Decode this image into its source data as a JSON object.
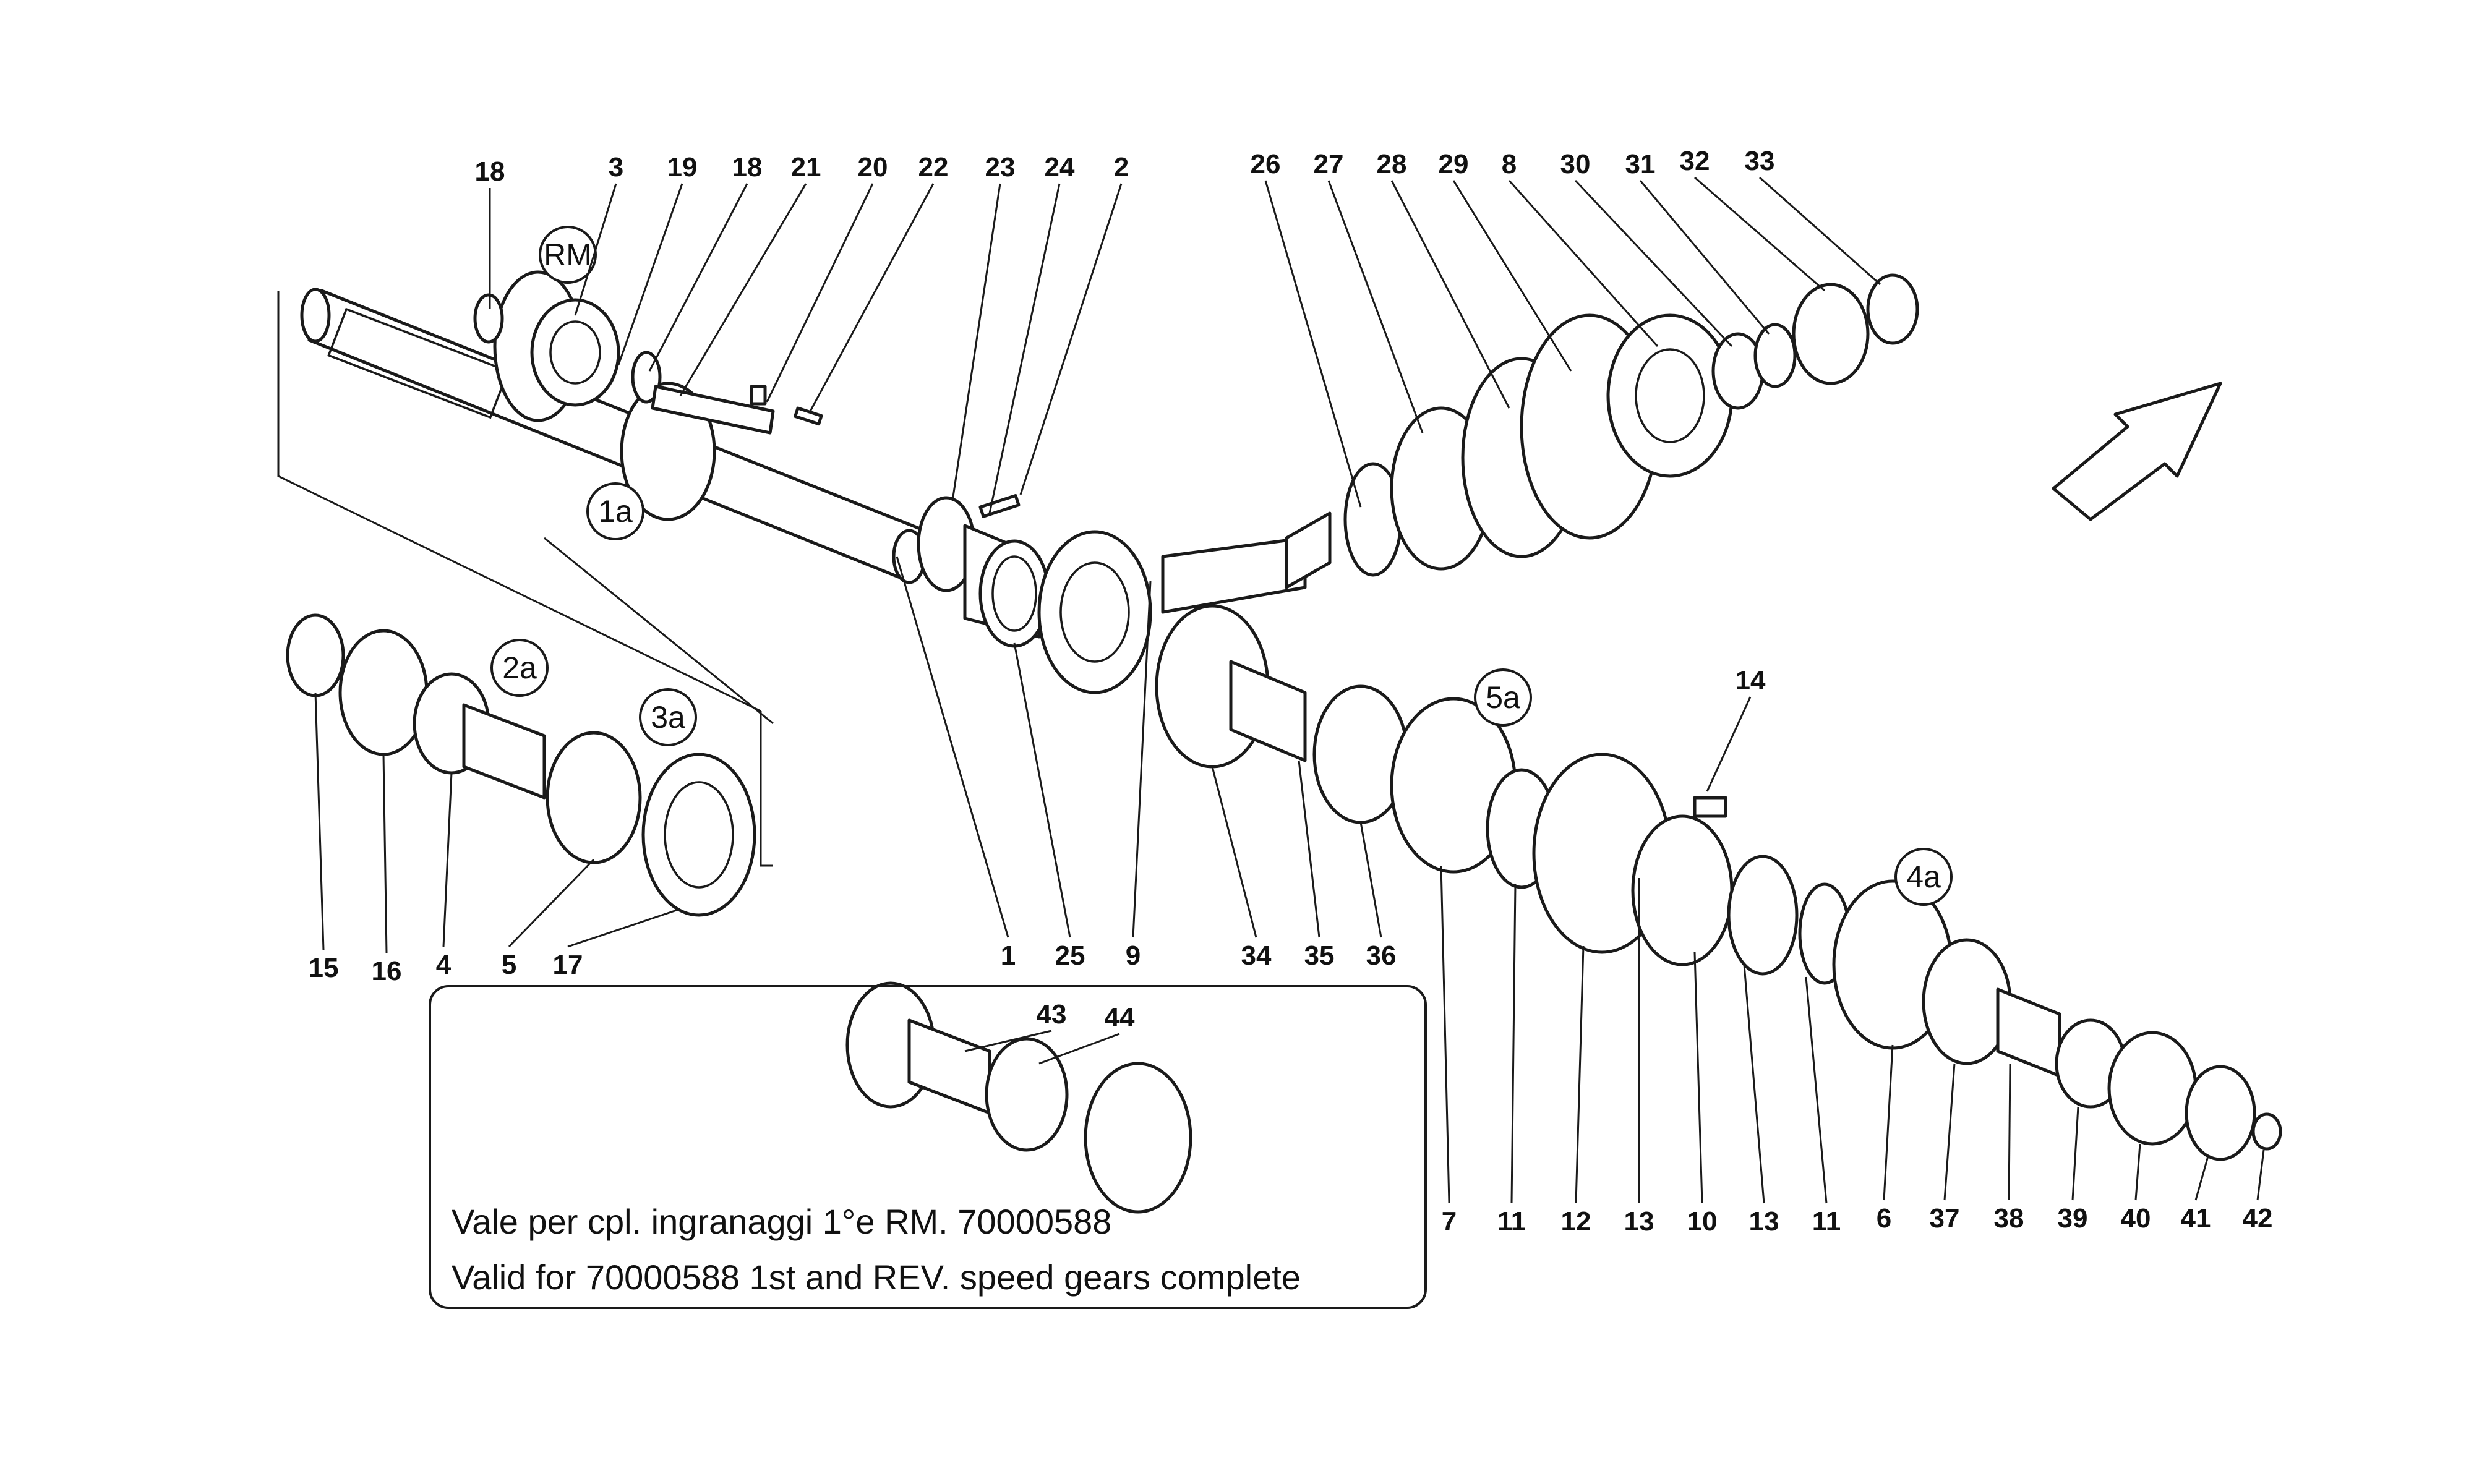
{
  "callouts": [
    "18",
    "3",
    "19",
    "18",
    "21",
    "20",
    "22",
    "23",
    "24",
    "2",
    "26",
    "27",
    "28",
    "29",
    "8",
    "30",
    "31",
    "32",
    "33",
    "14",
    "15",
    "16",
    "4",
    "5",
    "17",
    "1",
    "25",
    "9",
    "34",
    "35",
    "36",
    "7",
    "11",
    "12",
    "13",
    "10",
    "13",
    "11",
    "6",
    "37",
    "38",
    "39",
    "40",
    "41",
    "42",
    "43",
    "44"
  ],
  "circled_labels": [
    "RM",
    "1a",
    "2a",
    "3a",
    "5a",
    "4a"
  ],
  "note": {
    "line1": "Vale per cpl. ingranaggi  1°e RM. 70000588",
    "line2": "Valid for 70000588  1st and REV. speed gears complete"
  },
  "icons": [
    "direction-arrow-icon"
  ]
}
